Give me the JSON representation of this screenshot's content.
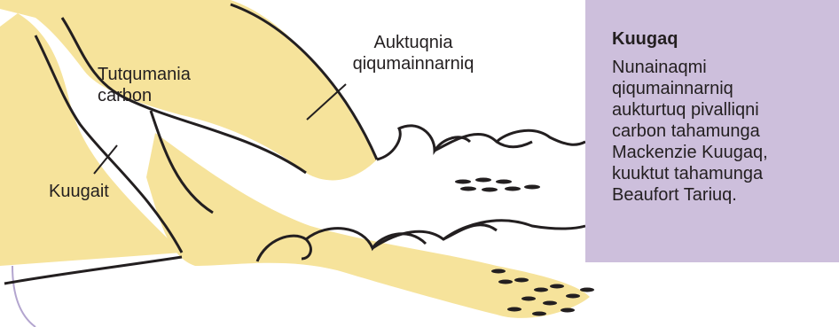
{
  "colors": {
    "sediment": "#f6e39b",
    "outline": "#231f20",
    "panel_background": "#cdbfdc",
    "frame_line": "#b3a5cf"
  },
  "labels": {
    "left_bank_carbon": "Tutqumania\ncarbon",
    "river_channels": "Kuugait",
    "resuspended_sediment": "Auktuqnia\nqiqumainnarniq"
  },
  "panel": {
    "title": "Kuugaq",
    "body": "Nunainaqmi\nqiqumainnarniq\naukturtuq pivalliqni\ncarbon tahamunga\nMackenzie Kuugaq,\nkuuktut tahamunga\nBeaufort Tariuq."
  },
  "icons": [
    "wave-icon",
    "fish-icon"
  ]
}
